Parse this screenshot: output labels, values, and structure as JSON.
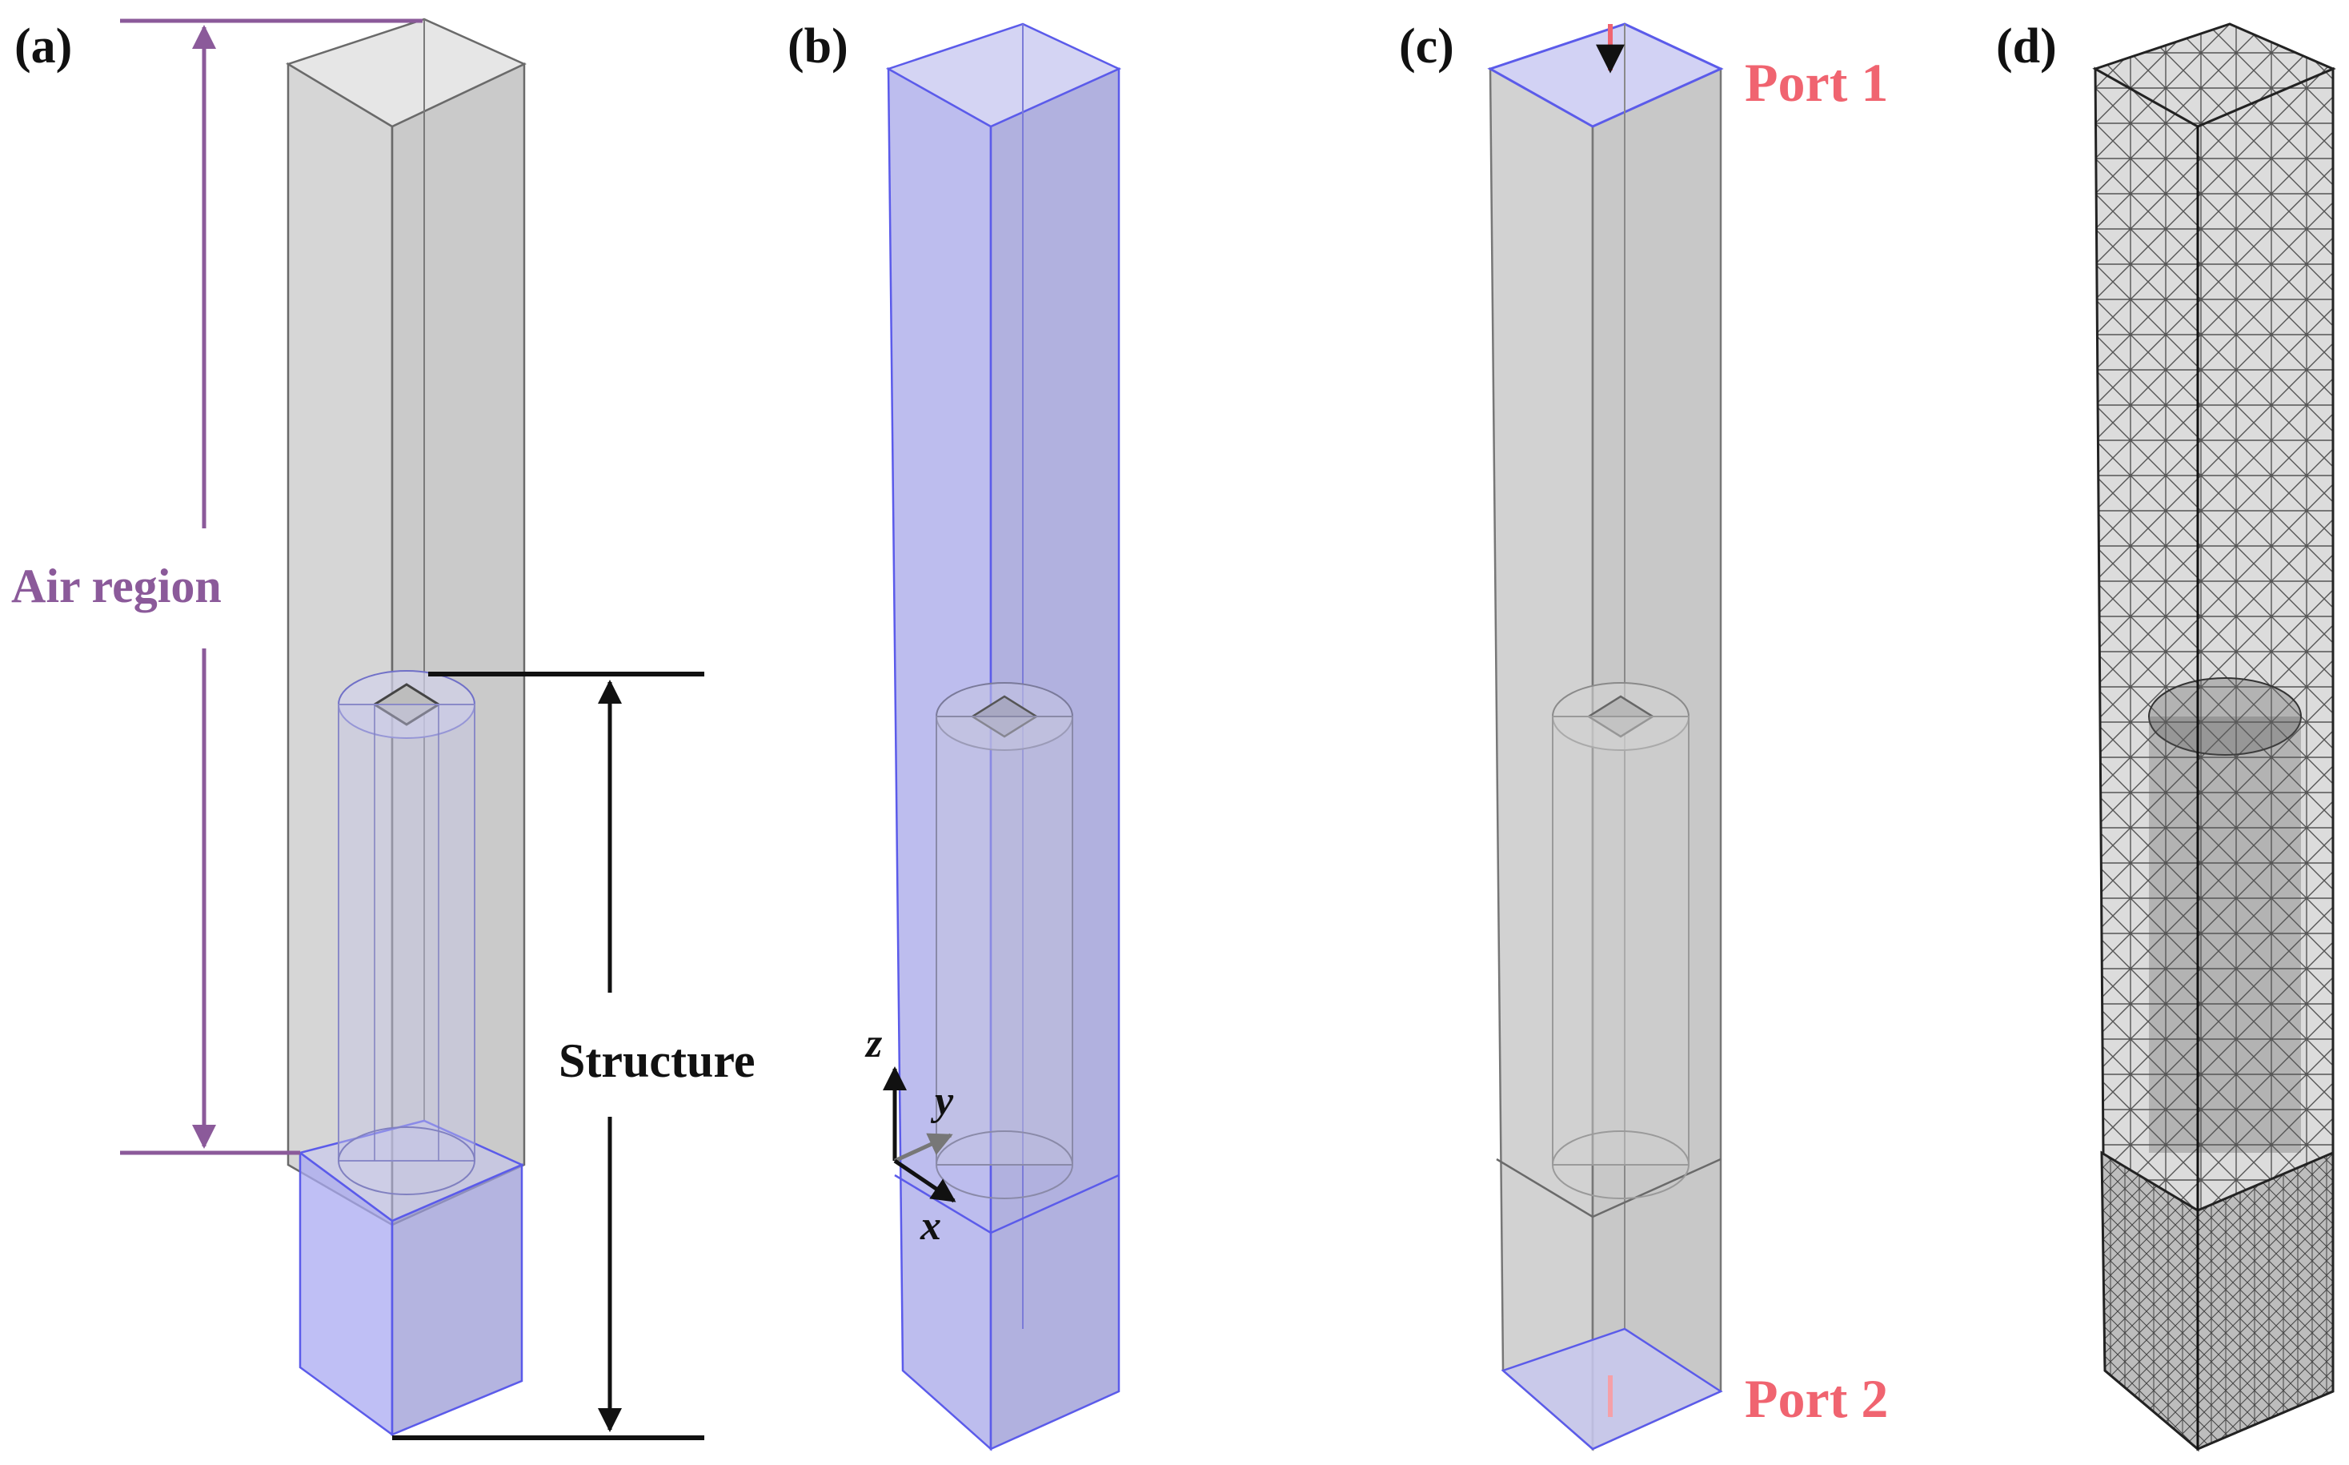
{
  "panels": [
    {
      "label": "(a)"
    },
    {
      "label": "(b)"
    },
    {
      "label": "(c)"
    },
    {
      "label": "(d)"
    }
  ],
  "annotations": {
    "air_region": "Air region",
    "structure": "Structure",
    "port1": "Port 1",
    "port2": "Port 2"
  },
  "axes": {
    "z": "z",
    "y": "y",
    "x": "x"
  },
  "colors": {
    "air_purple": "#8b5a9a",
    "port_red": "#f06470",
    "domain_blue": "#5b5bea",
    "air_gray": "#9a9a9a",
    "mesh_black": "#222222"
  }
}
